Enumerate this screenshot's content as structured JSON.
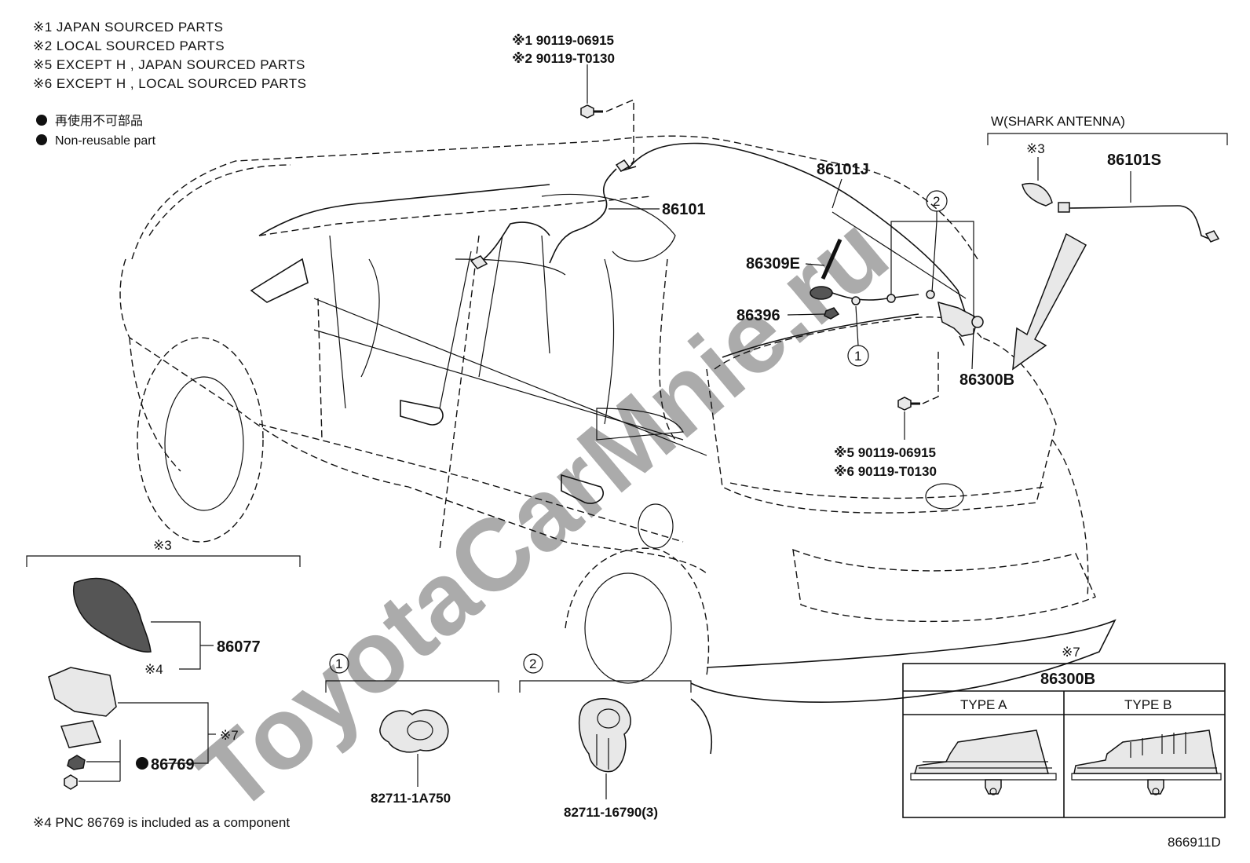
{
  "notes": [
    "※1 JAPAN SOURCED PARTS",
    "※2 LOCAL SOURCED PARTS",
    "※5 EXCEPT H , JAPAN SOURCED PARTS",
    "※6 EXCEPT H , LOCAL SOURCED PARTS"
  ],
  "legend": {
    "ja": "再使用不可部品",
    "en": "Non-reusable part"
  },
  "callouts": {
    "bolt_top_1": "※1 90119-06915",
    "bolt_top_2": "※2 90119-T0130",
    "bolt_bottom_1": "※5 90119-06915",
    "bolt_bottom_2": "※6 90119-T0130",
    "shark_antenna_header": "W(SHARK ANTENNA)",
    "shark_note_ref": "※3",
    "p86101S": "86101S",
    "p86101J": "86101J",
    "p86101": "86101",
    "p86309E": "86309E",
    "p86396": "86396",
    "p86300B": "86300B",
    "clip_marker_1": "1",
    "clip_marker_2": "2",
    "inset3_ref": "※3",
    "p86077": "86077",
    "inset4_ref": "※4",
    "inset7_ref": "※7",
    "p86769": "86769",
    "inset_clip1_marker": "1",
    "inset_clip2_marker": "2",
    "clip1_part": "82711-1A750",
    "clip2_part": "82711-16790(3)",
    "footnote": "※4 PNC 86769 is included as a component"
  },
  "type_box": {
    "ref": "※7",
    "title": "86300B",
    "type_a": "TYPE A",
    "type_b": "TYPE B"
  },
  "watermark": "ToyotaCarMnie.ru",
  "diagram_id": "866911D"
}
